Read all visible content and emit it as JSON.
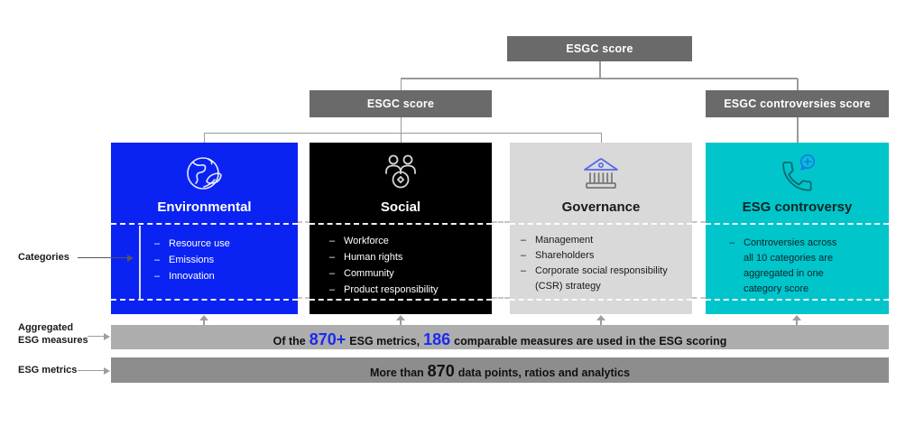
{
  "bullet": "–",
  "tree": {
    "root_label": "ESGC score",
    "esgc_score_label": "ESGC score",
    "controversies_label": "ESGC controversies score"
  },
  "cards": [
    {
      "title": "Environmental",
      "icon": "globe-leaf-icon",
      "items": [
        "Resource use",
        "Emissions",
        "Innovation"
      ]
    },
    {
      "title": "Social",
      "icon": "people-icon",
      "items": [
        "Workforce",
        "Human rights",
        "Community",
        "Product responsibility"
      ]
    },
    {
      "title": "Governance",
      "icon": "bank-icon",
      "items": [
        "Management",
        "Shareholders",
        "Corporate social responsibility (CSR) strategy"
      ]
    },
    {
      "title": "ESG controversy",
      "icon": "phone-plus-icon",
      "items": [
        "Controversies across all 10 categories are aggregated in one category score"
      ]
    }
  ],
  "side_labels": {
    "categories": "Categories",
    "aggregated_line1": "Aggregated",
    "aggregated_line2": "ESG measures",
    "esg_metrics": "ESG metrics"
  },
  "bars": {
    "measures": {
      "prefix": "Of the",
      "highlight1": "870+",
      "middle": "ESG metrics,",
      "highlight2": "186",
      "suffix": "comparable measures are used in the ESG scoring"
    },
    "metrics": {
      "prefix": "More than",
      "highlight": "870",
      "suffix": "data points, ratios and analytics"
    }
  },
  "colors": {
    "environmental_card": "#0a23f2",
    "social_card": "#000000",
    "governance_card": "#d9d9d9",
    "controversy_card": "#00c5cb",
    "tree_box": "#6a6a6a",
    "bar_measures": "#adadad",
    "bar_metrics": "#8d8d8d",
    "highlight_blue": "#1b2bf0"
  }
}
